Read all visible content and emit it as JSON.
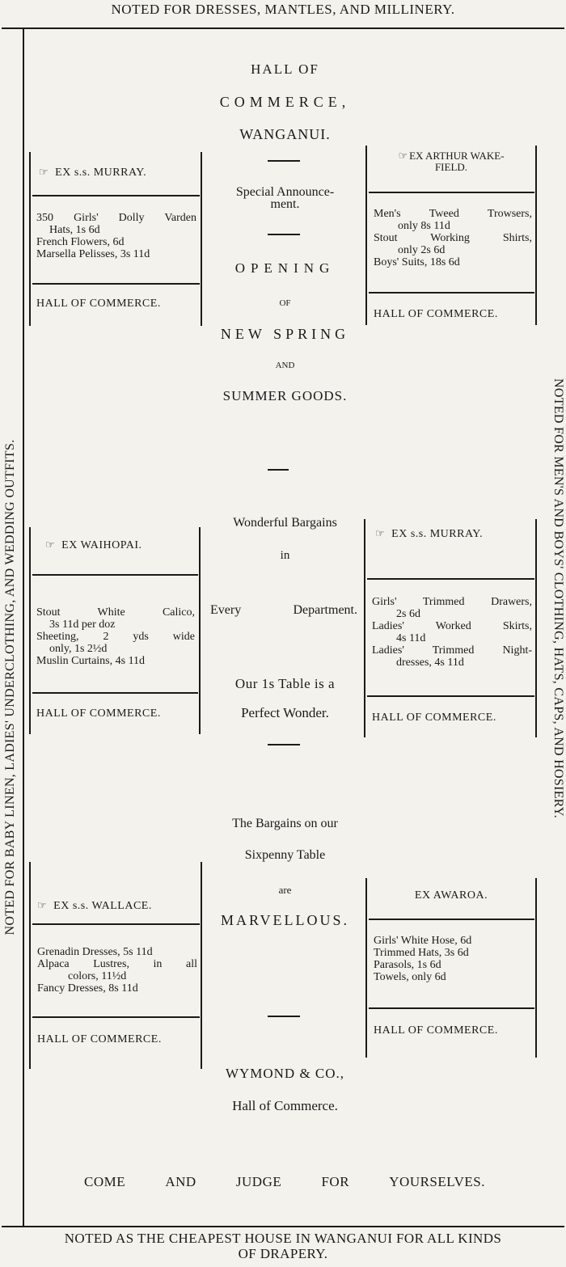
{
  "banners": {
    "top": "NOTED FOR DRESSES, MANTLES, AND MILLINERY.",
    "left": "NOTED FOR BABY LINEN, LADIES' UNDERCLOTHING, AND WEDDING OUTFITS.",
    "right": "NOTED FOR MEN'S AND BOYS' CLOTHING, HATS, CAPS, AND HOSIERY.",
    "bottom_line1": "NOTED AS THE CHEAPEST HOUSE IN WANGANUI FOR ALL KINDS",
    "bottom_line2": "OF DRAPERY."
  },
  "center": {
    "hall_of": "HALL OF",
    "commerce": "COMMERCE,",
    "town": "WANGANUI.",
    "special": "Special Announce-",
    "special2": "ment.",
    "opening": "OPENING",
    "of": "OF",
    "new_spring": "NEW SPRING",
    "and": "AND",
    "summer_goods": "SUMMER GOODS.",
    "wonderful": "Wonderful Bargains",
    "in": "in",
    "every": "Every",
    "department": "Department.",
    "our1s_a": "Our 1s Table is a",
    "our1s_b": "Perfect Wonder.",
    "bargains": "The Bargains on our",
    "sixpenny": "Sixpenny Table",
    "are": "are",
    "marvellous": "MARVELLOUS.",
    "wymond": "WYMOND & CO.,",
    "hall": "Hall of Commerce."
  },
  "footer": {
    "come": "COME",
    "and": "AND",
    "judge": "JUDGE",
    "for": "FOR",
    "yourselves": "YOURSELVES."
  },
  "hand_glyph": "☞",
  "boxes": {
    "l1": {
      "head": "EX s.s. MURRAY.",
      "lines": [
        "350 Girls' Dolly Varden",
        "Hats, 1s 6d",
        "French Flowers, 6d",
        "Marsella Pelisses, 3s 11d"
      ],
      "foot": "HALL OF COMMERCE."
    },
    "r1": {
      "head1": "EX ARTHUR WAKE-",
      "head2": "FIELD.",
      "lines": [
        "Men's Tweed Trowsers,",
        "only 8s 11d",
        "Stout Working Shirts,",
        "only 2s 6d",
        "Boys' Suits, 18s 6d"
      ],
      "foot": "HALL OF COMMERCE."
    },
    "l2": {
      "head": "EX WAIHOPAI.",
      "lines": [
        "Stout White Calico,",
        "3s 11d per doz",
        "Sheeting, 2 yds wide",
        "only, 1s 2½d",
        "Muslin Curtains, 4s 11d"
      ],
      "foot": "HALL OF COMMERCE."
    },
    "r2": {
      "head": "EX s.s. MURRAY.",
      "lines": [
        "Girls' Trimmed Drawers,",
        "2s 6d",
        "Ladies' Worked Skirts,",
        "4s 11d",
        "Ladies' Trimmed Night-",
        "dresses, 4s 11d"
      ],
      "foot": "HALL OF COMMERCE."
    },
    "l3": {
      "head": "EX s.s. WALLACE.",
      "lines": [
        "Grenadin Dresses, 5s 11d",
        "Alpaca Lustres, in all",
        "colors, 11½d",
        "Fancy Dresses, 8s 11d"
      ],
      "foot": "HALL OF COMMERCE."
    },
    "r3": {
      "head": "EX AWAROA.",
      "lines": [
        "Girls' White Hose, 6d",
        "Trimmed Hats, 3s 6d",
        "Parasols, 1s 6d",
        "Towels, only 6d"
      ],
      "foot": "HALL OF COMMERCE."
    }
  }
}
